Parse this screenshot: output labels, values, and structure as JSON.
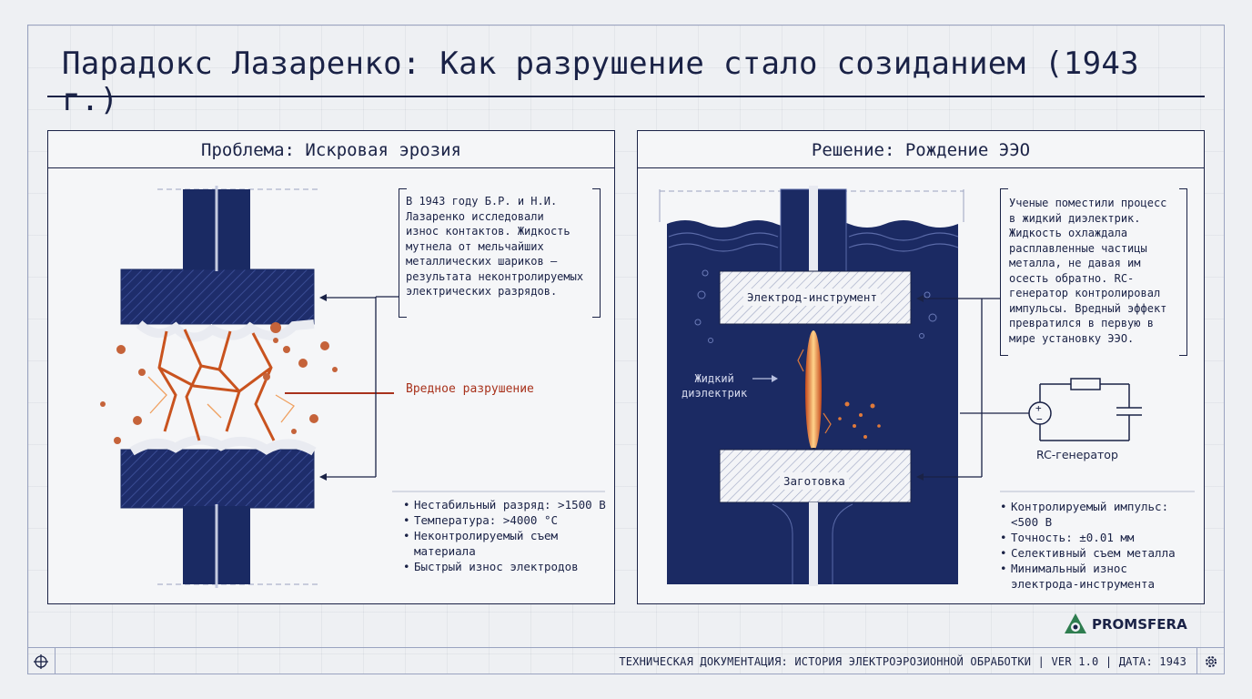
{
  "title": "Парадокс Лазаренко: Как разрушение стало созиданием (1943 г.)",
  "left_panel": {
    "heading": "Проблема: Искровая эрозия",
    "note_lines": [
      "В 1943 году Б.Р. и Н.И.",
      "Лазаренко исследовали",
      "износ контактов. Жидкость",
      "мутнела от мельчайших",
      "металлических шариков —",
      "результата неконтролируемых",
      "электрических разрядов."
    ],
    "damage_label": "Вредное разрушение",
    "bullets": [
      [
        "Нестабильный разряд: >1500 В"
      ],
      [
        "Температура: >4000 °C"
      ],
      [
        "Неконтролируемый съем",
        "материала"
      ],
      [
        "Быстрый износ электродов"
      ]
    ],
    "colors": {
      "navy": "#1a2a63",
      "damage": "#a8321c",
      "spark": "#d2691e"
    }
  },
  "right_panel": {
    "heading": "Решение: Рождение ЭЭО",
    "note_lines": [
      "Ученые поместили процесс",
      "в жидкий диэлектрик.",
      "Жидкость охлаждала",
      "расплавленные частицы",
      "металла, не давая им",
      "осесть обратно. RC-",
      "генератор контролировал",
      "импульсы. Вредный эффект",
      "превратился в первую в",
      "мире установку ЭЭО."
    ],
    "tool_label": "Электрод-инструмент",
    "workpiece_label": "Заготовка",
    "dielectric_label": [
      "Жидкий",
      "диэлектрик"
    ],
    "rc_label": "RC-генератор",
    "bullets": [
      [
        "Контролируемый импульс:",
        "<500 В"
      ],
      [
        "Точность: ±0.01 мм"
      ],
      [
        "Селективный съем металла"
      ],
      [
        "Минимальный износ",
        "электрода-инструмента"
      ]
    ]
  },
  "footer": {
    "text": "ТЕХНИЧЕСКАЯ ДОКУМЕНТАЦИЯ: ИСТОРИЯ ЭЛЕКТРОЭРОЗИОННОЙ ОБРАБОТКИ | VER 1.0 | ДАТА: 1943",
    "left_icon": "crosshair-icon",
    "right_icon": "gear-icon"
  },
  "logo": {
    "text": "PROMSFERA",
    "icon": "promsfera-logo-icon"
  }
}
